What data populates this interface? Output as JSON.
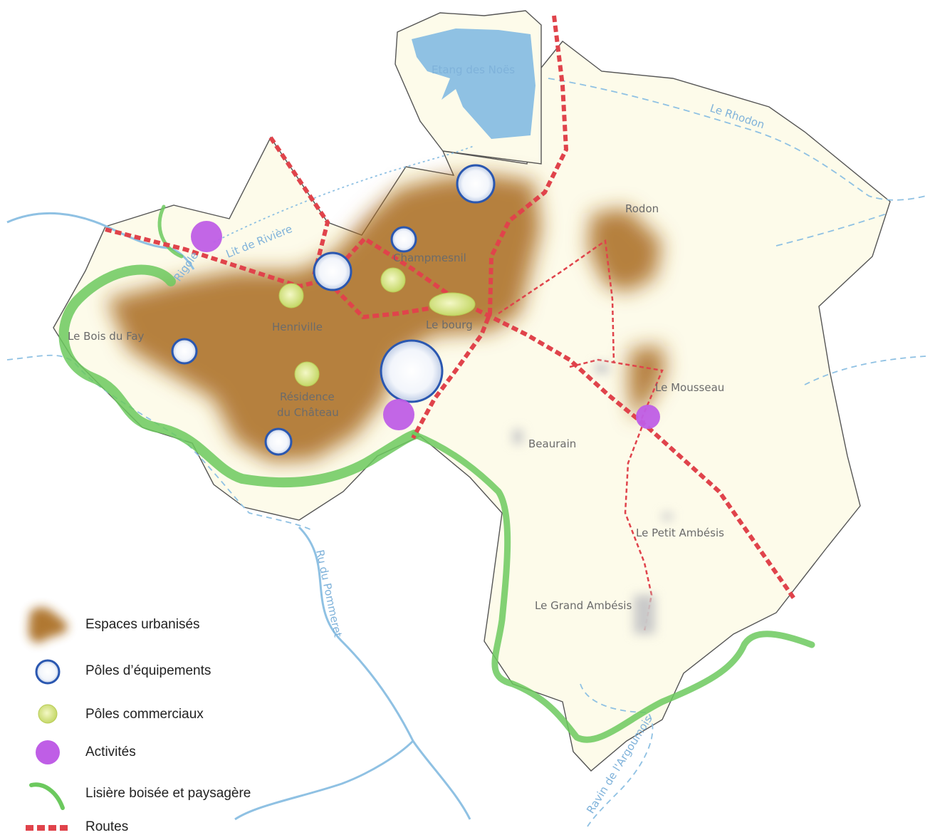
{
  "map": {
    "places": {
      "etang": "Etang des Noës",
      "rhodon": "Le Rhodon",
      "rodon": "Rodon",
      "lit_riviere": "Lit de Rivière",
      "rigole": "Rigole",
      "champmesnil": "Champmesnil",
      "henriville": "Henriville",
      "le_bourg": "Le bourg",
      "bois_du_fay": "Le Bois du Fay",
      "residence_1": "Résidence",
      "residence_2": "du Château",
      "le_mousseau": "Le Mousseau",
      "beaurain": "Beaurain",
      "petit_ambesis": "Le Petit Ambésis",
      "grand_ambesis": "Le Grand Ambésis",
      "ru_pommeret": "Ru du Pommeret",
      "ravin": "Ravin de l'Argoumois"
    },
    "colors": {
      "territory": "#fdfbea",
      "boundary": "#555555",
      "water": "#8fc1e3",
      "urban": "#a86a1f",
      "equipment": "#2a57b0",
      "commercial": "#cfe07a",
      "activity": "#bf5ee6",
      "green_edge": "#6cc95e",
      "roads": "#e0434b"
    }
  },
  "legend": {
    "items": [
      {
        "key": "urban",
        "label": "Espaces urbanisés"
      },
      {
        "key": "equipment",
        "label": "Pôles d’équipements"
      },
      {
        "key": "commercial",
        "label": "Pôles commerciaux"
      },
      {
        "key": "activity",
        "label": "Activités"
      },
      {
        "key": "green_edge",
        "label": "Lisière boisée et paysagère"
      },
      {
        "key": "roads",
        "label": "Routes"
      }
    ]
  }
}
